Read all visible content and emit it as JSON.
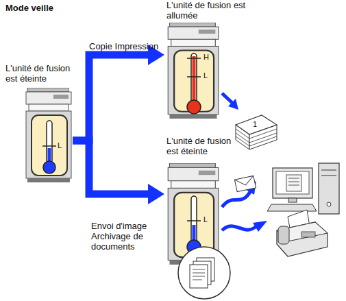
{
  "diagram": {
    "title": "Mode veille",
    "nodes": [
      {
        "text": [
          "L'unité de fusion est éteinte"
        ]
      },
      {
        "text": [
          "L'unité de fusion est allumée"
        ]
      },
      {
        "text": [
          "L'unité de fusion est éteinte"
        ]
      }
    ],
    "edges": [
      {
        "from": 0,
        "to": 1,
        "arrow": "to",
        "label": "Copie Impression"
      },
      {
        "from": 0,
        "to": 2,
        "arrow": "to",
        "label": "Envoi d'image Archivage de documents"
      }
    ],
    "labels": [
      "L",
      "H",
      "L",
      "1",
      "L"
    ]
  }
}
